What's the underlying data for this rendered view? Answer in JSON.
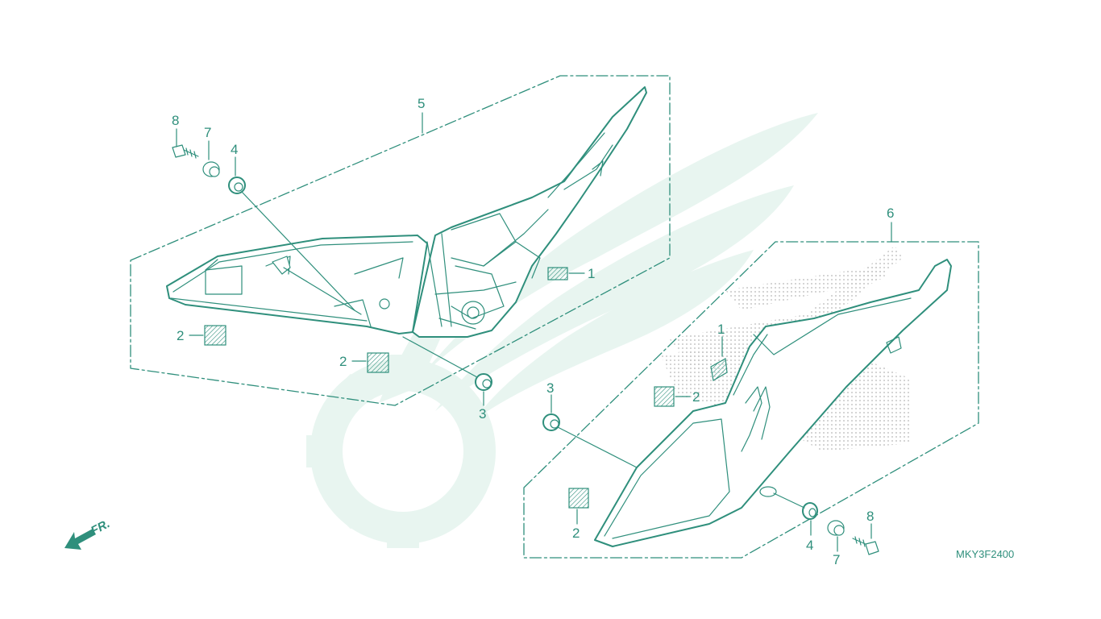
{
  "diagram_code": "MKY3F2400",
  "direction_label": "FR.",
  "colors": {
    "ink": "#2f8f7c",
    "watermark": "#e6f4ef",
    "dots": "#c8c8c8"
  },
  "icons": {
    "front_arrow": "arrow-down-left-icon",
    "watermark": "wing-gear-logo-icon"
  },
  "callouts": {
    "left_panel": "5",
    "left_screw": "8",
    "left_collar": "7",
    "left_grommet_top": "4",
    "left_clip_1": "1",
    "left_clip_2a": "2",
    "left_clip_2b": "2",
    "left_grommet_bottom": "3",
    "right_panel": "6",
    "right_clip_1": "1",
    "right_clip_2a": "2",
    "right_clip_2b": "2",
    "right_grommet_top": "3",
    "right_grommet_bottom": "4",
    "right_collar": "7",
    "right_screw": "8"
  }
}
